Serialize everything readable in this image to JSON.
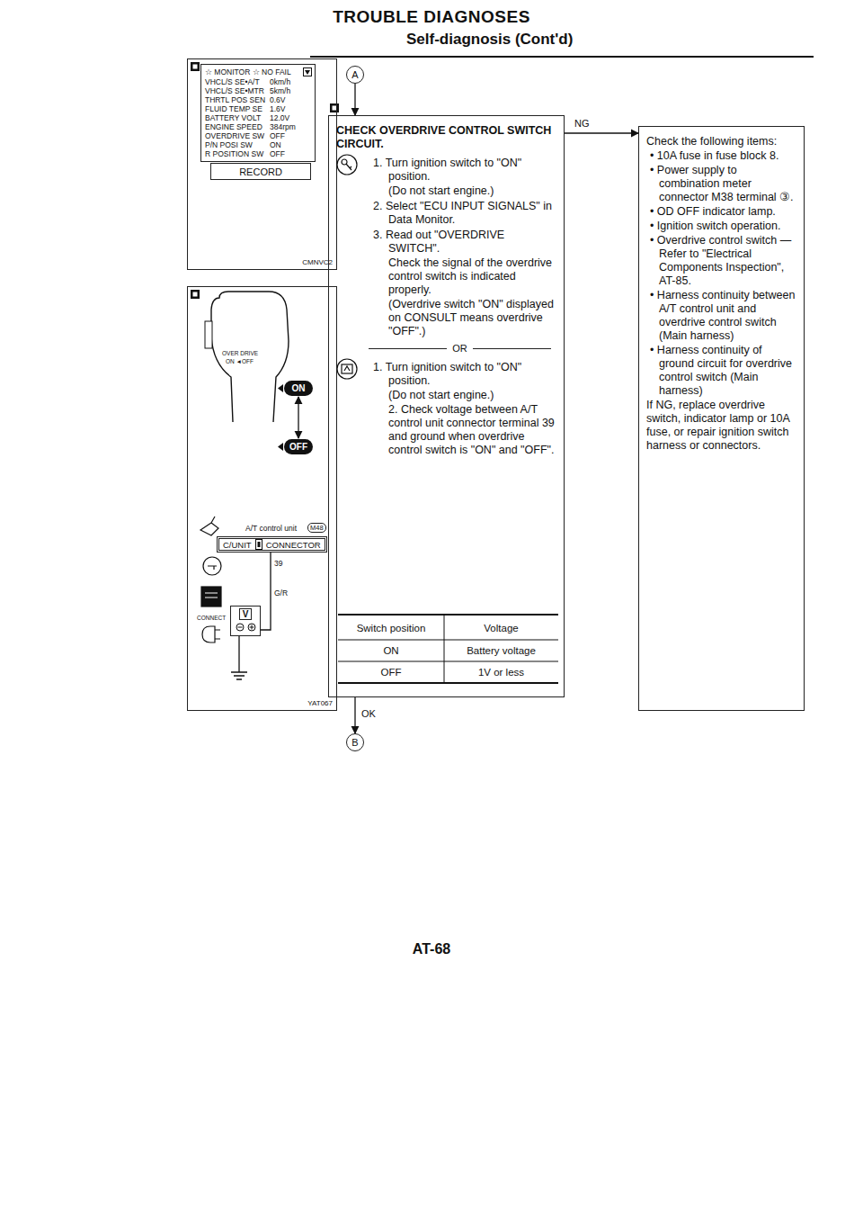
{
  "diagram": {
    "title": "TROUBLE DIAGNOSES",
    "nodes": [
      {
        "text": [
          "CMNVC2"
        ]
      },
      {
        "text": [
          "☆ MONITOR ☆ NO FAIL",
          "VHCL/S SE•A/T",
          "0km/h",
          "VHCL/S SE•MTR",
          "5km/h",
          "THRTL POS SEN",
          "0.6V",
          "FLUID TEMP SE",
          "1.6V",
          "BATTERY VOLT",
          "12.0V",
          "ENGINE SPEED",
          "384rpm",
          "OVERDRIVE SW",
          "OFF",
          "P/N POSI SW",
          "ON",
          "R POSITION SW",
          "OFF"
        ],
        "in": 0
      },
      {
        "text": [
          "RECORD"
        ],
        "in": 0
      },
      {
        "text": [
          "A"
        ]
      },
      {
        "text": [
          "CHECK OVERDRIVE CONTROL SWITCH CIRCUIT.",
          "1. Turn ignition switch to \"ON\" position.",
          "(Do not start engine.)",
          "2. Select \"ECU INPUT SIGNALS\" in Data Monitor.",
          "3. Read out \"OVERDRIVE SWITCH\".",
          "Check the signal of the overdrive control switch is indicated properly.",
          "(Overdrive switch \"ON\" displayed on CONSULT means overdrive \"OFF\".)",
          "OR",
          "1. Turn ignition switch to \"ON\" position.",
          "(Do not start engine.)",
          "2. Check voltage between A/T control unit connector terminal 39 and ground when overdrive control switch is \"ON\" and \"OFF\"."
        ]
      },
      {
        "text": [
          "Check the following items:",
          "• 10A fuse in fuse block 8.",
          "• Power supply to combination meter connector M38 terminal ③.",
          "• OD OFF indicator lamp.",
          "• Ignition switch operation.",
          "• Overdrive control switch — Refer to \"Electrical Components Inspection\", AT-85.",
          "• Harness continuity between A/T control unit and overdrive control switch (Main harness)",
          "• Harness continuity of ground circuit for overdrive control switch (Main harness)",
          "If NG, replace overdrive switch, indicator lamp or 10A fuse, or repair ignition switch harness or connectors."
        ]
      },
      {
        "text": [
          "YAT067"
        ]
      },
      {
        "text": [
          "ON"
        ],
        "in": 6
      },
      {
        "text": [
          "OFF"
        ],
        "in": 6
      },
      {
        "text": [
          "C/UNIT",
          "CONNECTOR"
        ],
        "in": 6
      },
      {
        "text": [
          "V"
        ],
        "in": 6
      },
      {
        "text": [
          "B"
        ]
      }
    ],
    "edges": [
      {
        "from": 3,
        "to": 4,
        "arrow": "to"
      },
      {
        "from": 4,
        "to": 5,
        "label": "NG",
        "arrow": "to"
      },
      {
        "from": 4,
        "to": 11,
        "label": "OK",
        "arrow": "to"
      },
      {
        "from": 7,
        "to": 8,
        "arrow": "both"
      },
      {
        "from": 9,
        "to": 10,
        "arrow": "none"
      }
    ],
    "labels": [
      "Self-diagnosis (Cont'd)",
      "OVER DRIVE",
      "ON ◄OFF",
      "A/T control unit",
      "M48",
      "39",
      "G/R",
      "CONNECT",
      "Switch position",
      "Voltage",
      "ON",
      "Battery voltage",
      "OFF",
      "1V or less",
      "AT-68"
    ]
  }
}
